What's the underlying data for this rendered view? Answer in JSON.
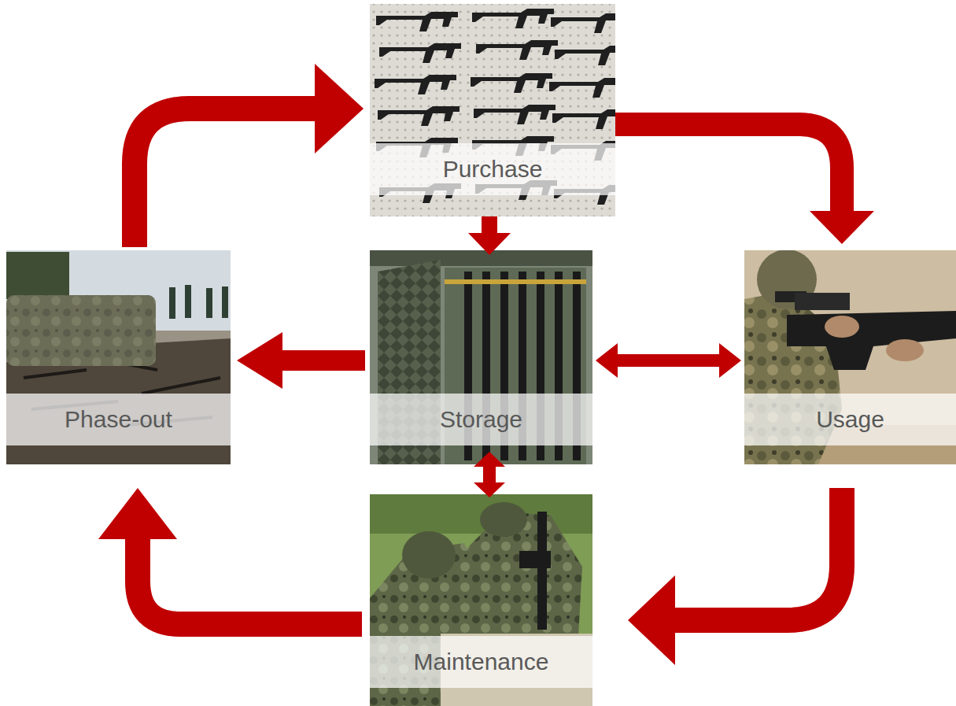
{
  "diagram": {
    "nodes": [
      {
        "text": [
          "Purchase"
        ]
      },
      {
        "text": [
          "Phase-out"
        ]
      },
      {
        "text": [
          "Storage"
        ]
      },
      {
        "text": [
          "Usage"
        ]
      },
      {
        "text": [
          "Maintenance"
        ]
      }
    ],
    "edges": [
      {
        "from": 1,
        "to": 0,
        "arrow": "to"
      },
      {
        "from": 0,
        "to": 3,
        "arrow": "to"
      },
      {
        "from": 0,
        "to": 2,
        "arrow": "to"
      },
      {
        "from": 2,
        "to": 1,
        "arrow": "to"
      },
      {
        "from": 2,
        "to": 3,
        "arrow": "both"
      },
      {
        "from": 2,
        "to": 4,
        "arrow": "both"
      },
      {
        "from": 3,
        "to": 4,
        "arrow": "to"
      },
      {
        "from": 4,
        "to": 1,
        "arrow": "to"
      }
    ]
  }
}
